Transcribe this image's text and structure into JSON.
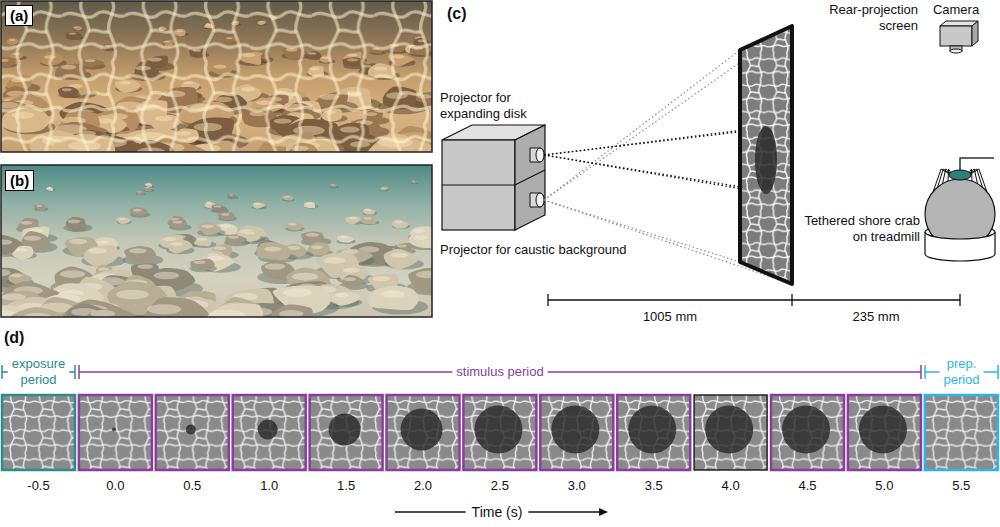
{
  "diagram": {
    "nodes": [
      {
        "text": [
          "(a)"
        ]
      },
      {
        "text": [
          "(b)"
        ]
      }
    ],
    "labels": [
      "(c)",
      "Rear-projection screen",
      "Camera",
      "Projector for expanding disk",
      "Projector for caustic background",
      "Tethered shore crab on treadmill",
      "1005 mm",
      "235 mm",
      "(d)",
      "exposure period",
      "stimulus period",
      "prep. period",
      "-0.5",
      "0.0",
      "0.5",
      "1.0",
      "1.5",
      "2.0",
      "2.5",
      "3.0",
      "3.5",
      "4.0",
      "4.5",
      "5.0",
      "5.5",
      "Time (s)"
    ]
  }
}
